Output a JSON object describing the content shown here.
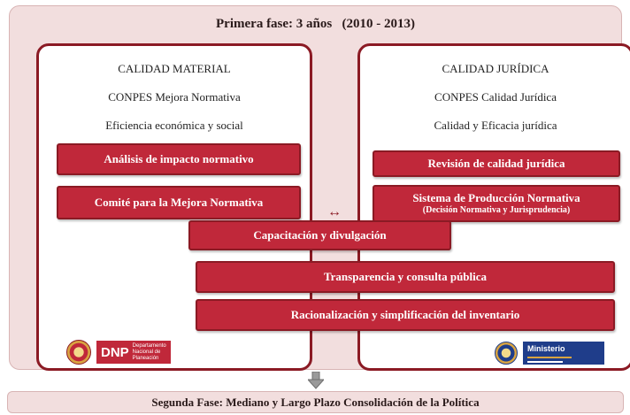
{
  "phase_title": "Primera fase: 3 años   (2010 - 2013)",
  "left_column": {
    "heading": "CALIDAD MATERIAL",
    "line1": "CONPES Mejora Normativa",
    "line2": "Eficiencia económica y social",
    "boxes": [
      {
        "label": "Análisis de impacto normativo"
      },
      {
        "label": "Comité para la Mejora Normativa"
      }
    ]
  },
  "right_column": {
    "heading": "CALIDAD JURÍDICA",
    "line1": "CONPES Calidad Jurídica",
    "line2": "Calidad y Eficacia jurídica",
    "boxes": [
      {
        "label": "Revisión de calidad jurídica"
      },
      {
        "label": "Sistema de Producción Normativa",
        "sub": "(Decisión Normativa y Jurisprudencia)"
      }
    ]
  },
  "shared_boxes": [
    {
      "label": "Capacitación y divulgación"
    },
    {
      "label": "Transparencia y consulta pública"
    },
    {
      "label": "Racionalización y simplificación del inventario"
    }
  ],
  "logos": {
    "left": {
      "name": "DNP",
      "tag": "Departamento Nacional de Planeación"
    },
    "right": {
      "name": "Ministerio"
    }
  },
  "bottom_bar": "Segunda Fase: Mediano y Largo Plazo Consolidación de la Política",
  "colors": {
    "box_fill": "#c0283a",
    "box_border": "#8b1a24",
    "background": "#f2dede",
    "right_logo": "#1f3d8a"
  }
}
